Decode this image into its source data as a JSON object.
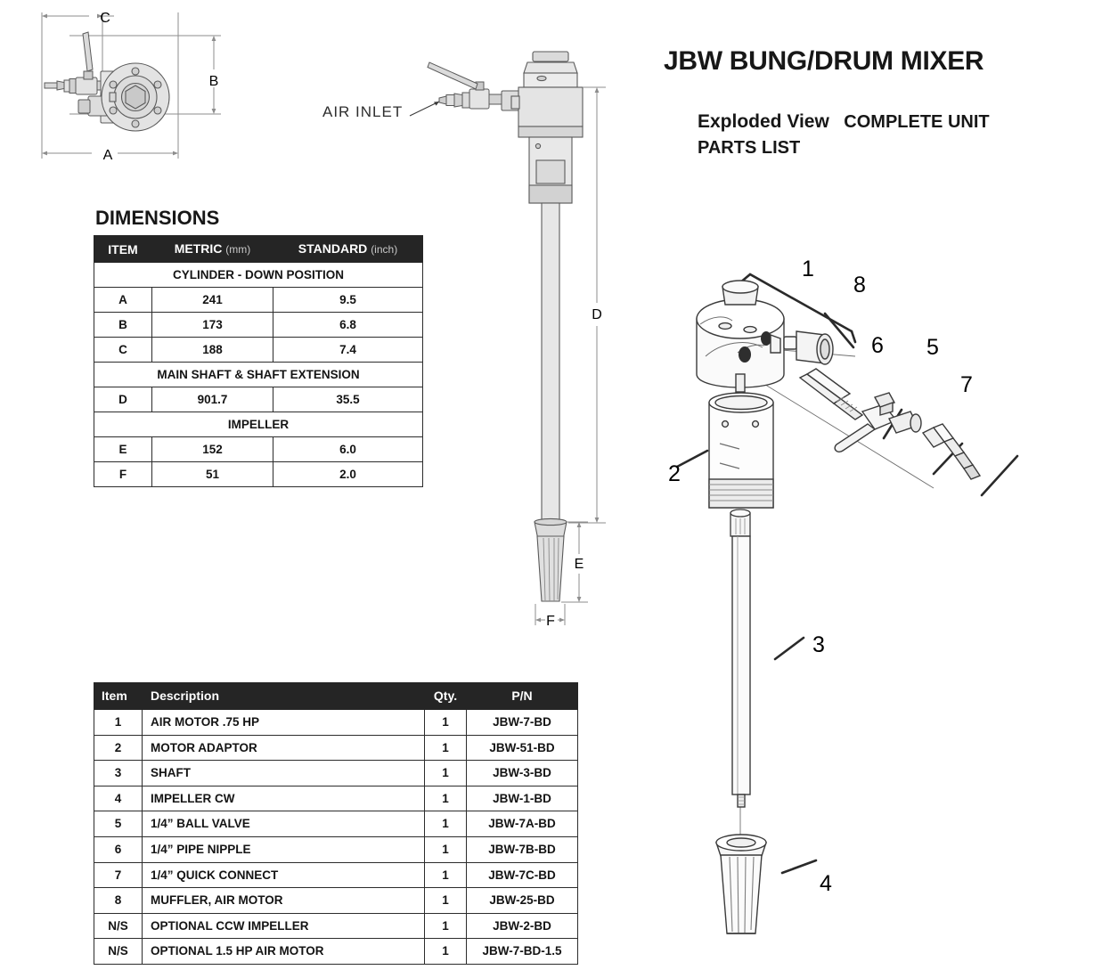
{
  "title": {
    "main": "JBW BUNG/DRUM MIXER",
    "sub_exploded": "Exploded View",
    "sub_complete": "COMPLETE UNIT",
    "sub_parts_list": "PARTS LIST"
  },
  "dimensions": {
    "heading": "DIMENSIONS",
    "headers": [
      "ITEM",
      "METRIC",
      "STANDARD"
    ],
    "header_units": [
      "",
      "(mm)",
      "(inch)"
    ],
    "sections": [
      {
        "label": "CYLINDER - DOWN POSITION",
        "rows": [
          {
            "item": "A",
            "metric": "241",
            "standard": "9.5"
          },
          {
            "item": "B",
            "metric": "173",
            "standard": "6.8"
          },
          {
            "item": "C",
            "metric": "188",
            "standard": "7.4"
          }
        ]
      },
      {
        "label": "MAIN SHAFT & SHAFT EXTENSION",
        "rows": [
          {
            "item": "D",
            "metric": "901.7",
            "standard": "35.5"
          }
        ]
      },
      {
        "label": "IMPELLER",
        "rows": [
          {
            "item": "E",
            "metric": "152",
            "standard": "6.0"
          },
          {
            "item": "F",
            "metric": "51",
            "standard": "2.0"
          }
        ]
      }
    ]
  },
  "parts_list": {
    "headers": [
      "Item",
      "Description",
      "Qty.",
      "P/N"
    ],
    "rows": [
      {
        "item": "1",
        "description": "AIR MOTOR .75 HP",
        "qty": "1",
        "pn": "JBW-7-BD"
      },
      {
        "item": "2",
        "description": "MOTOR ADAPTOR",
        "qty": "1",
        "pn": "JBW-51-BD"
      },
      {
        "item": "3",
        "description": "SHAFT",
        "qty": "1",
        "pn": "JBW-3-BD"
      },
      {
        "item": "4",
        "description": "IMPELLER CW",
        "qty": "1",
        "pn": "JBW-1-BD"
      },
      {
        "item": "5",
        "description": "1/4” BALL VALVE",
        "qty": "1",
        "pn": "JBW-7A-BD"
      },
      {
        "item": "6",
        "description": "1/4” PIPE NIPPLE",
        "qty": "1",
        "pn": "JBW-7B-BD"
      },
      {
        "item": "7",
        "description": "1/4” QUICK CONNECT",
        "qty": "1",
        "pn": "JBW-7C-BD"
      },
      {
        "item": "8",
        "description": "MUFFLER, AIR MOTOR",
        "qty": "1",
        "pn": "JBW-25-BD"
      },
      {
        "item": "N/S",
        "description": "OPTIONAL CCW IMPELLER",
        "qty": "1",
        "pn": "JBW-2-BD"
      },
      {
        "item": "N/S",
        "description": "OPTIONAL 1.5 HP AIR MOTOR",
        "qty": "1",
        "pn": "JBW-7-BD-1.5"
      }
    ]
  },
  "drawings": {
    "top_view": {
      "dimension_labels": [
        "A",
        "B",
        "C"
      ]
    },
    "elevation": {
      "air_inlet_label": "AIR  INLET",
      "dimension_labels": [
        "D",
        "E",
        "F"
      ]
    },
    "exploded": {
      "callouts": [
        "1",
        "2",
        "3",
        "4",
        "5",
        "6",
        "7",
        "8"
      ]
    }
  },
  "colors": {
    "ink": "#1a1a1a",
    "table_header_bg": "#252525",
    "table_border": "#2c2c2c",
    "drawing_line": "#5a5a5a",
    "drawing_fill_light": "#eeeeee",
    "drawing_fill_mid": "#dcdcdc",
    "drawing_fill_dark": "#c6c6c6",
    "dimension_line": "#8d8d8d",
    "callout_line": "#2a2a2a"
  }
}
